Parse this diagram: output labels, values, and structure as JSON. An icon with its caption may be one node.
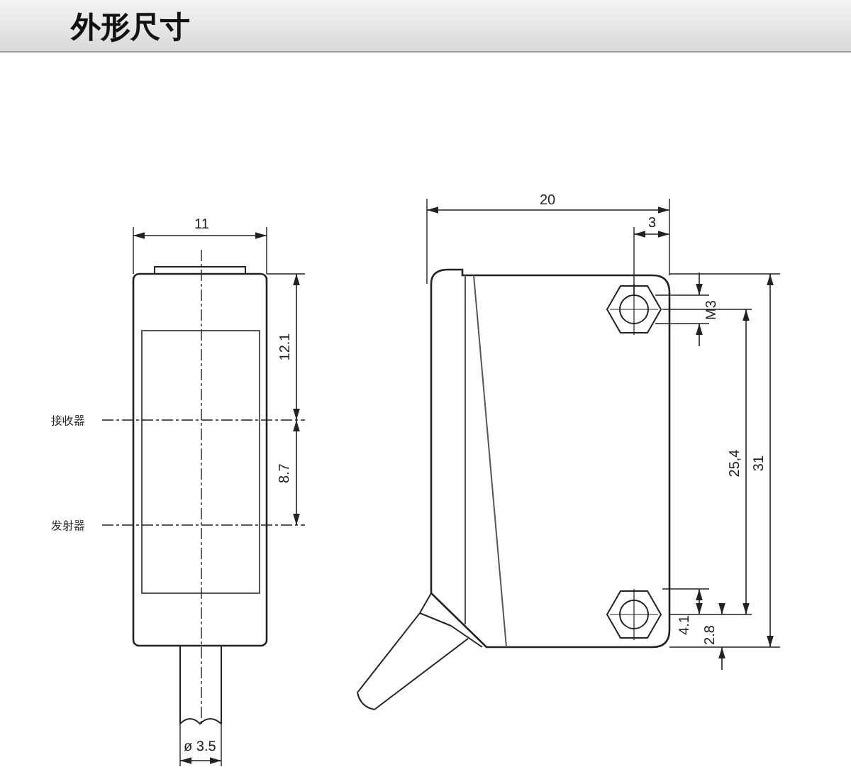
{
  "diagram": {
    "title": "外形尺寸",
    "labels": [
      "20",
      "11",
      "3",
      "M3",
      "12.1",
      "接收器",
      "25,4",
      "31",
      "8.7",
      "发射器",
      "4.1",
      "2.8",
      "ø 3.5"
    ]
  }
}
